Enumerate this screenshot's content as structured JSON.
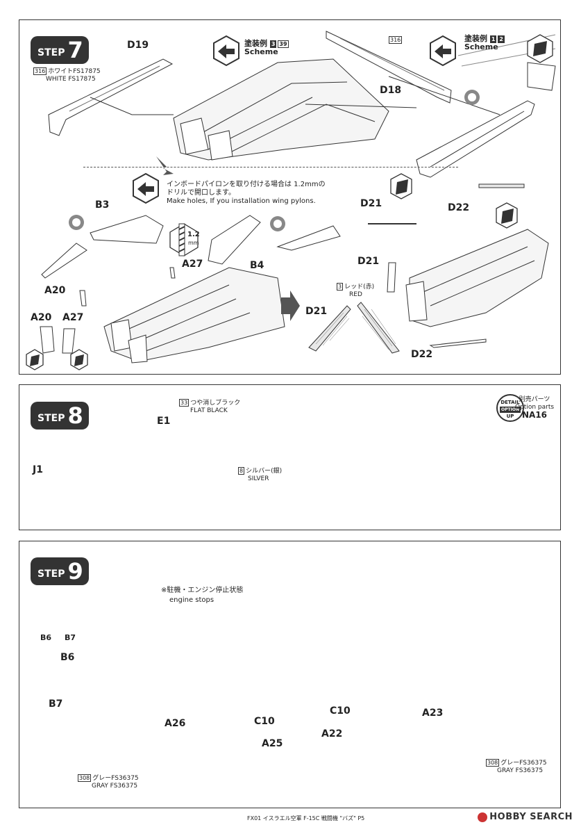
{
  "step7": {
    "step_word": "STEP",
    "step_number": "7",
    "part_labels": {
      "D19": "D19",
      "D18": "D18",
      "B3": "B3",
      "B4": "B4",
      "A27": "A27",
      "A20": "A20",
      "A20b": "A20",
      "A27b": "A27",
      "D21a": "D21",
      "D21b": "D21",
      "D21c": "D21",
      "D22a": "D22",
      "D22b": "D22"
    },
    "scheme_a": {
      "prefix": "塗装例",
      "num1": "3",
      "num2": "39",
      "caption": "Scheme"
    },
    "scheme_b": {
      "prefix": "塗装例",
      "num1": "1",
      "num2": "2",
      "caption": "Scheme"
    },
    "white_paint": {
      "code": "316",
      "jp": "ホワイトFS17875",
      "en": "WHITE FS17875"
    },
    "d18_code": "316",
    "drill_note": {
      "jp_line1": "インボードパイロンを取り付ける場合は 1.2mmの",
      "jp_line2": "ドリルで開口します。",
      "en": "Make holes, If you installation wing pylons."
    },
    "drill_size": "1.2",
    "drill_unit": "mm",
    "red_paint": {
      "code": "3",
      "jp": "レッド(赤)",
      "en": "RED"
    }
  },
  "step8": {
    "step_word": "STEP",
    "step_number": "8",
    "part_labels": {
      "E1": "E1",
      "J1": "J1"
    },
    "flat_black": {
      "code": "33",
      "jp": "つや消しブラック",
      "en": "FLAT BLACK"
    },
    "silver": {
      "code": "8",
      "jp": "シルバー(銀)",
      "en": "SILVER"
    },
    "detail_badge": {
      "line1": "DETAIL",
      "line2": "OPTION",
      "line3": "UP"
    },
    "option_parts": {
      "jp": "別売パーツ",
      "en": "Option parts",
      "code": "NA16"
    }
  },
  "step9": {
    "step_word": "STEP",
    "step_number": "9",
    "engine_note": {
      "jp": "※駐機・エンジン停止状態",
      "en": "engine stops"
    },
    "part_labels": {
      "B6": "B6",
      "B7": "B7",
      "B6big": "B6",
      "B7big": "B7",
      "A26": "A26",
      "C10": "C10",
      "A25": "A25",
      "C10b": "C10",
      "A23": "A23",
      "A22": "A22"
    },
    "gray_left": {
      "code": "308",
      "jp": "グレーFS36375",
      "en": "GRAY FS36375"
    },
    "gray_right": {
      "code": "308",
      "jp": "グレーFS36375",
      "en": "GRAY FS36375"
    }
  },
  "footer": {
    "text": "FX01 イスラエル空軍 F-15C 戦闘機 \"バズ\" P5"
  },
  "watermark": {
    "text": "HOBBY SEARCH"
  },
  "colors": {
    "ink": "#333333",
    "hatch": "#666666",
    "paper": "#ffffff",
    "watermark_red": "#cc3333"
  }
}
